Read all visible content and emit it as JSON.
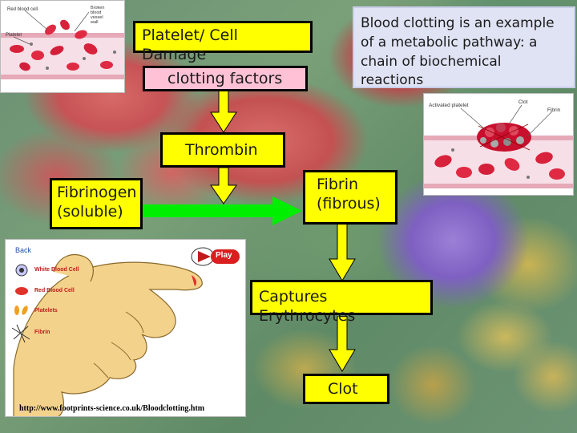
{
  "slide": {
    "info_text": "Blood clotting is an example of a metabolic pathway: a chain of biochemical reactions",
    "steps": {
      "platelet_damage": "Platelet/ Cell Damage",
      "clotting_factors": "clotting factors",
      "thrombin": "Thrombin",
      "fibrinogen_line1": "Fibrinogen",
      "fibrinogen_line2": "(soluble)",
      "fibrin_line1": "Fibrin",
      "fibrin_line2": "(fibrous)",
      "captures": "Captures Erythrocytes",
      "clot": "Clot"
    },
    "colors": {
      "step_box": "#ffff00",
      "factor_box": "#ffc1d6",
      "flow_arrow": "#ffff00",
      "conversion_arrow": "#00ee00",
      "info_box": "#dfe3f4"
    }
  },
  "vessel_diagram": {
    "labels": {
      "red_blood_cell": "Red blood cell",
      "broken_vessel": "Broken blood vessel wall",
      "platelet": "Platelet"
    }
  },
  "clot_diagram": {
    "labels": {
      "activated_platelet": "Activated platelet",
      "clot": "Clot",
      "fibrin": "Fibrin"
    }
  },
  "animation": {
    "back_label": "Back",
    "play_label": "Play",
    "legend": {
      "white_blood_cell": "White Blood Cell",
      "red_blood_cell": "Red Blood Cell",
      "platelets": "Platelets",
      "fibrin": "Fibrin"
    },
    "url": "http://www.footprints-science.co.uk/Bloodclotting.htm"
  }
}
